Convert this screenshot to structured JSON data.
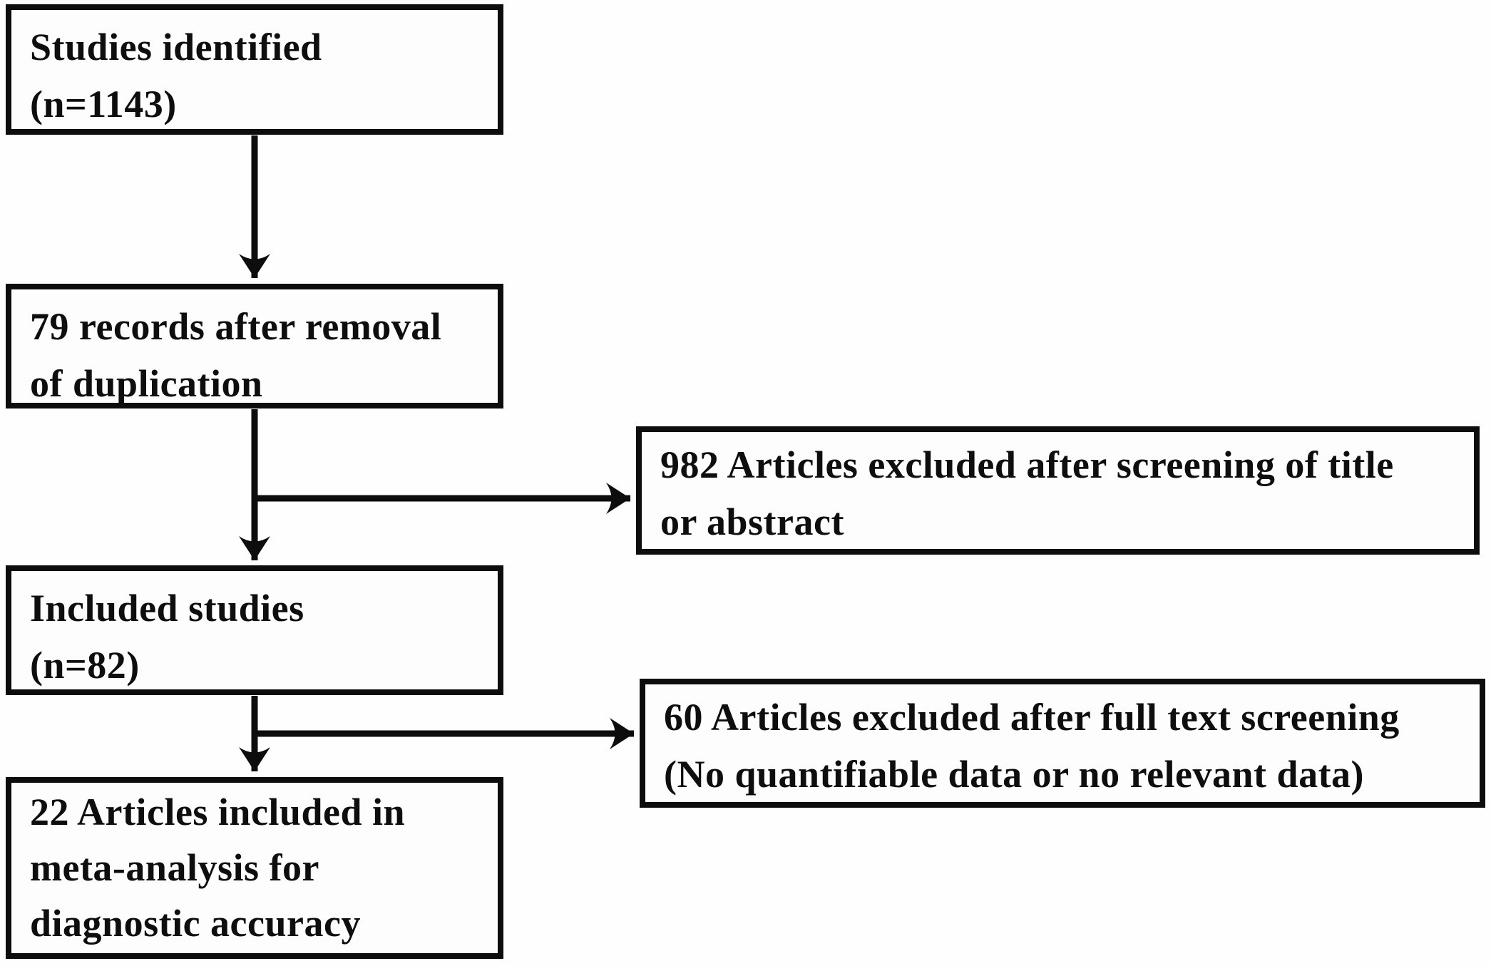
{
  "figure": {
    "type": "flowchart",
    "background_color": "#fefefe",
    "line_color": "#0d0d0d",
    "nodes": [
      {
        "id": "studies-identified",
        "label": "Studies identified\n(n=1143)"
      },
      {
        "id": "records-after-dedup",
        "label": "79 records after removal\nof duplication"
      },
      {
        "id": "excluded-title-abstract",
        "label": "982 Articles excluded after screening of title\nor abstract"
      },
      {
        "id": "included-studies",
        "label": "Included studies\n(n=82)"
      },
      {
        "id": "excluded-fulltext",
        "label": "60 Articles excluded after full text screening\n(No quantifiable data or no relevant data)"
      },
      {
        "id": "meta-analysis",
        "label": "22 Articles included in\nmeta-analysis for\ndiagnostic accuracy"
      }
    ],
    "edges": [
      {
        "from": "studies-identified",
        "to": "records-after-dedup",
        "direction": "down"
      },
      {
        "from": "records-after-dedup",
        "to": "included-studies",
        "direction": "down"
      },
      {
        "from": "records-after-dedup",
        "to": "excluded-title-abstract",
        "direction": "right"
      },
      {
        "from": "included-studies",
        "to": "meta-analysis",
        "direction": "down"
      },
      {
        "from": "included-studies",
        "to": "excluded-fulltext",
        "direction": "right"
      }
    ]
  }
}
